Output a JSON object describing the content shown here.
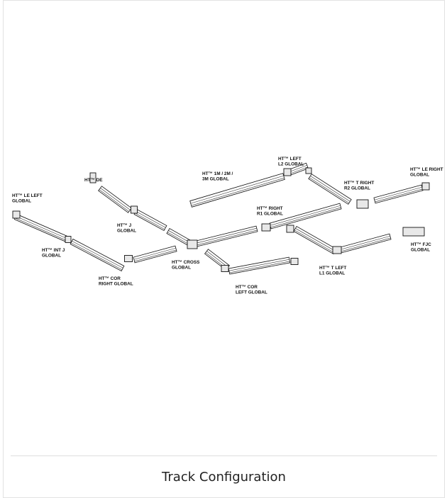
{
  "caption": "Track Configuration",
  "labels": [
    {
      "id": "le-left",
      "lines": [
        "HT™ LE LEFT",
        "GLOBAL"
      ]
    },
    {
      "id": "de",
      "lines": [
        "HT™ DE"
      ]
    },
    {
      "id": "int-j",
      "lines": [
        "HT™ INT J",
        "GLOBAL"
      ]
    },
    {
      "id": "j",
      "lines": [
        "HT™ J",
        "GLOBAL"
      ]
    },
    {
      "id": "cor-right",
      "lines": [
        "HT™ COR",
        "RIGHT GLOBAL"
      ]
    },
    {
      "id": "cross",
      "lines": [
        "HT™ CROSS",
        "GLOBAL"
      ]
    },
    {
      "id": "cor-left",
      "lines": [
        "HT™ COR",
        "LEFT GLOBAL"
      ]
    },
    {
      "id": "straight",
      "lines": [
        "HT™ 1M / 2M /",
        "3M GLOBAL"
      ]
    },
    {
      "id": "left-l2",
      "lines": [
        "HT™ LEFT",
        "L2 GLOBAL"
      ]
    },
    {
      "id": "right-r1",
      "lines": [
        "HT™ RIGHT",
        "R1 GLOBAL"
      ]
    },
    {
      "id": "t-right-r2",
      "lines": [
        "HT™ T RIGHT",
        "R2 GLOBAL"
      ]
    },
    {
      "id": "le-right",
      "lines": [
        "HT™ LE RIGHT",
        "GLOBAL"
      ]
    },
    {
      "id": "t-left-l1",
      "lines": [
        "HT™ T LEFT",
        "L1 GLOBAL"
      ]
    },
    {
      "id": "fjc",
      "lines": [
        "HT™ FJC",
        "GLOBAL"
      ]
    }
  ]
}
